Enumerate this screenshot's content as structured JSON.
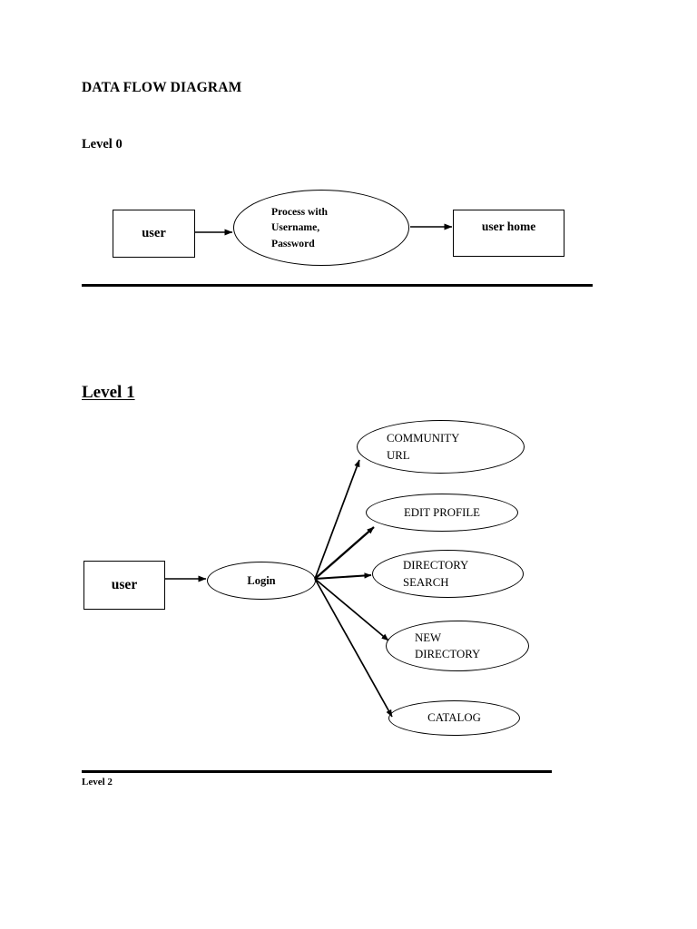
{
  "document": {
    "title": "DATA FLOW DIAGRAM"
  },
  "sections": {
    "level0": {
      "heading": "Level 0",
      "nodes": {
        "source": "user",
        "process": "Process with\nUsername,\nPassword",
        "destination": "user home"
      },
      "flows": [
        {
          "from": "user",
          "to": "Process with Username, Password"
        },
        {
          "from": "Process with Username, Password",
          "to": "user home"
        }
      ]
    },
    "level1": {
      "heading": "Level 1",
      "nodes": {
        "source": "user",
        "process": "Login",
        "destinations": [
          "COMMUNITY\nURL",
          "EDIT PROFILE",
          "DIRECTORY\nSEARCH",
          "NEW\nDIRECTORY",
          "CATALOG"
        ]
      },
      "flows": [
        {
          "from": "user",
          "to": "Login"
        },
        {
          "from": "Login",
          "to": "COMMUNITY URL"
        },
        {
          "from": "Login",
          "to": "EDIT PROFILE"
        },
        {
          "from": "Login",
          "to": "DIRECTORY SEARCH"
        },
        {
          "from": "Login",
          "to": "NEW DIRECTORY"
        },
        {
          "from": "Login",
          "to": "CATALOG"
        }
      ]
    },
    "level2": {
      "heading": "Level 2"
    }
  },
  "colors": {
    "ink": "#000000",
    "page": "#ffffff"
  }
}
